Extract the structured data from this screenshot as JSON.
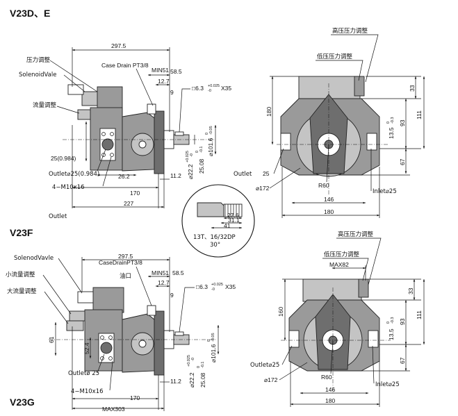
{
  "sections": {
    "v23de": "V23D、E",
    "v23f": "V23F",
    "v23g": "V23G"
  },
  "top_side": {
    "pressure_adjust": "压力调整",
    "solenoid": "SolenoidVale",
    "flow_adjust": "流量调整",
    "case_drain": "Case Drain PT3/8",
    "min51": "MIN51",
    "d297_5": "297.5",
    "d58_5": "58.5",
    "d12_7": "12.7",
    "d9": "9",
    "key": "□6.3",
    "key_tol_up": "+0.025",
    "key_tol_dn": "-0",
    "key_len": "X35",
    "d25_0984": "25(0.984)",
    "outlet": "Outlet⌀25(0.984)",
    "bolts": "4−M10x16",
    "d26_2": "26.2",
    "d11_2": "11.2",
    "d170": "170",
    "d227": "227",
    "shaft22": "⌀22.2",
    "shaft22_tol_up": "+0.025",
    "shaft22_tol_dn": "-0",
    "d25_08": "25.08",
    "d25_08_tol_up": "0",
    "d25_08_tol_dn": "-0.1",
    "d101_6": "⌀101.6",
    "d101_6_tol_up": "0",
    "d101_6_tol_dn": "-0.05",
    "outlet_bottom": "Outlet"
  },
  "top_front": {
    "high_pressure": "高压压力调整",
    "low_pressure": "低压压力调整",
    "d33": "33",
    "d180v": "180",
    "d111": "111",
    "d93": "93",
    "d13_5": "13.5",
    "d13_5_tol_up": "0",
    "d13_5_tol_dn": "-0.3",
    "d67": "67",
    "outlet": "Outlet",
    "d25": "25",
    "d172": "⌀172",
    "r60": "R60",
    "inlet": "Inlet⌀25",
    "d146": "146",
    "d180h": "180"
  },
  "spline": {
    "d27_6": "27.6",
    "d31_1": "31.1",
    "d41": "41",
    "spec": "13T、16/32DP",
    "angle": "30°"
  },
  "bottom_side": {
    "solenoid": "SolenodVavle",
    "small_flow": "小流量调整",
    "large_flow": "大流量调整",
    "d297_5": "297.5",
    "case_drain": "CaseDrainPT3/8",
    "oil_port": "油口",
    "min51": "MIN51",
    "d58_5": "58.5",
    "d12_7": "12.7",
    "d9": "9",
    "key": "□6.3",
    "key_tol_up": "+0.025",
    "key_tol_dn": "-0",
    "key_len": "X35",
    "d61": "61",
    "d52_4": "52.4",
    "outlet": "Outletø 25",
    "bolts": "4−M10x16",
    "d11_2": "11.2",
    "d170": "170",
    "max303": "MAX303",
    "shaft22": "⌀22.2",
    "shaft22_tol_up": "+0.025",
    "shaft22_tol_dn": "-0",
    "d25_08": "25.08",
    "d25_08_tol_up": "0",
    "d25_08_tol_dn": "-0.1",
    "d101_6": "⌀101.6",
    "d101_6_tol_up": "0",
    "d101_6_tol_dn": "-0.05"
  },
  "bottom_front": {
    "high_pressure": "高压压力调整",
    "low_pressure": "低压压力调整",
    "max82": "MAX82",
    "d33": "33",
    "d160": "160",
    "d111": "111",
    "d93": "93",
    "d13_5": "13.5",
    "d13_5_tol_up": "0",
    "d13_5_tol_dn": "-0.3",
    "d67": "67",
    "outlet": "Outlet⌀25",
    "d172": "⌀172",
    "r60": "R60",
    "inlet": "Inlet⌀25",
    "d146": "146",
    "d180": "180"
  }
}
